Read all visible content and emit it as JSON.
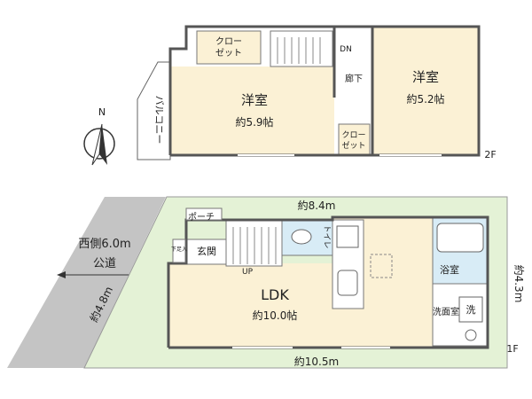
{
  "floor2": {
    "label": "2F",
    "rooms": {
      "western_left": {
        "name": "洋室",
        "area": "約5.9帖"
      },
      "western_right": {
        "name": "洋室",
        "area": "約5.2帖"
      },
      "closet_top": {
        "line1": "クロー",
        "line2": "ゼット"
      },
      "closet_small": {
        "line1": "クロー",
        "line2": "ゼット"
      },
      "hallway": "廊下",
      "balcony": "バルコニー",
      "stairs_down": "DN"
    }
  },
  "floor1": {
    "label": "1F",
    "rooms": {
      "ldk": {
        "name": "LDK",
        "area": "約10.0帖"
      },
      "entrance": "玄関",
      "porch": "ポーチ",
      "toilet": "トイレ",
      "bath": "浴室",
      "washroom": "洗面室",
      "washer": "洗",
      "shoe_box": "下足入",
      "stairs_up": "UP"
    },
    "dimensions": {
      "top": "約8.4m",
      "bottom": "約10.5m",
      "right": "約4.3m",
      "left": "約4.8m"
    }
  },
  "road": {
    "direction_width": "西側6.0m",
    "type": "公道"
  },
  "compass": {
    "north": "N"
  },
  "colors": {
    "room_fill": "#fbf1d5",
    "site_fill": "#e4f2d6",
    "road_fill": "#c4c4c4",
    "wet_fill": "#d8ecf6",
    "wall": "#555555"
  }
}
